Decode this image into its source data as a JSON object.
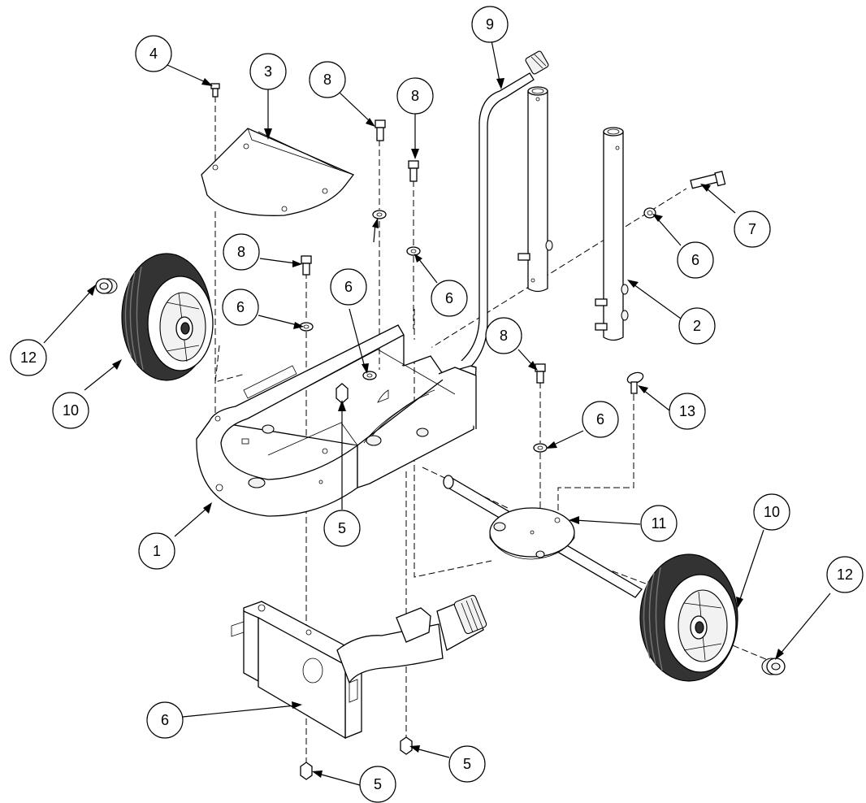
{
  "diagram": {
    "callouts": [
      {
        "id": "c4a",
        "label": "4"
      },
      {
        "id": "c3a",
        "label": "3"
      },
      {
        "id": "c8a",
        "label": "8"
      },
      {
        "id": "c8b",
        "label": "8"
      },
      {
        "id": "c9a",
        "label": "9"
      },
      {
        "id": "c7a",
        "label": "7"
      },
      {
        "id": "c6a",
        "label": "6"
      },
      {
        "id": "c8c",
        "label": "8"
      },
      {
        "id": "c6b",
        "label": "6"
      },
      {
        "id": "c6c",
        "label": "6"
      },
      {
        "id": "c6d",
        "label": "6"
      },
      {
        "id": "c2a",
        "label": "2"
      },
      {
        "id": "c12a",
        "label": "12"
      },
      {
        "id": "c10a",
        "label": "10"
      },
      {
        "id": "c8d",
        "label": "8"
      },
      {
        "id": "c13a",
        "label": "13"
      },
      {
        "id": "c6e",
        "label": "6"
      },
      {
        "id": "c5a",
        "label": "5"
      },
      {
        "id": "c1a",
        "label": "1"
      },
      {
        "id": "c11a",
        "label": "11"
      },
      {
        "id": "c10b",
        "label": "10"
      },
      {
        "id": "c12b",
        "label": "12"
      },
      {
        "id": "c6f",
        "label": "6"
      },
      {
        "id": "c5b",
        "label": "5"
      },
      {
        "id": "c5c",
        "label": "5"
      }
    ]
  }
}
